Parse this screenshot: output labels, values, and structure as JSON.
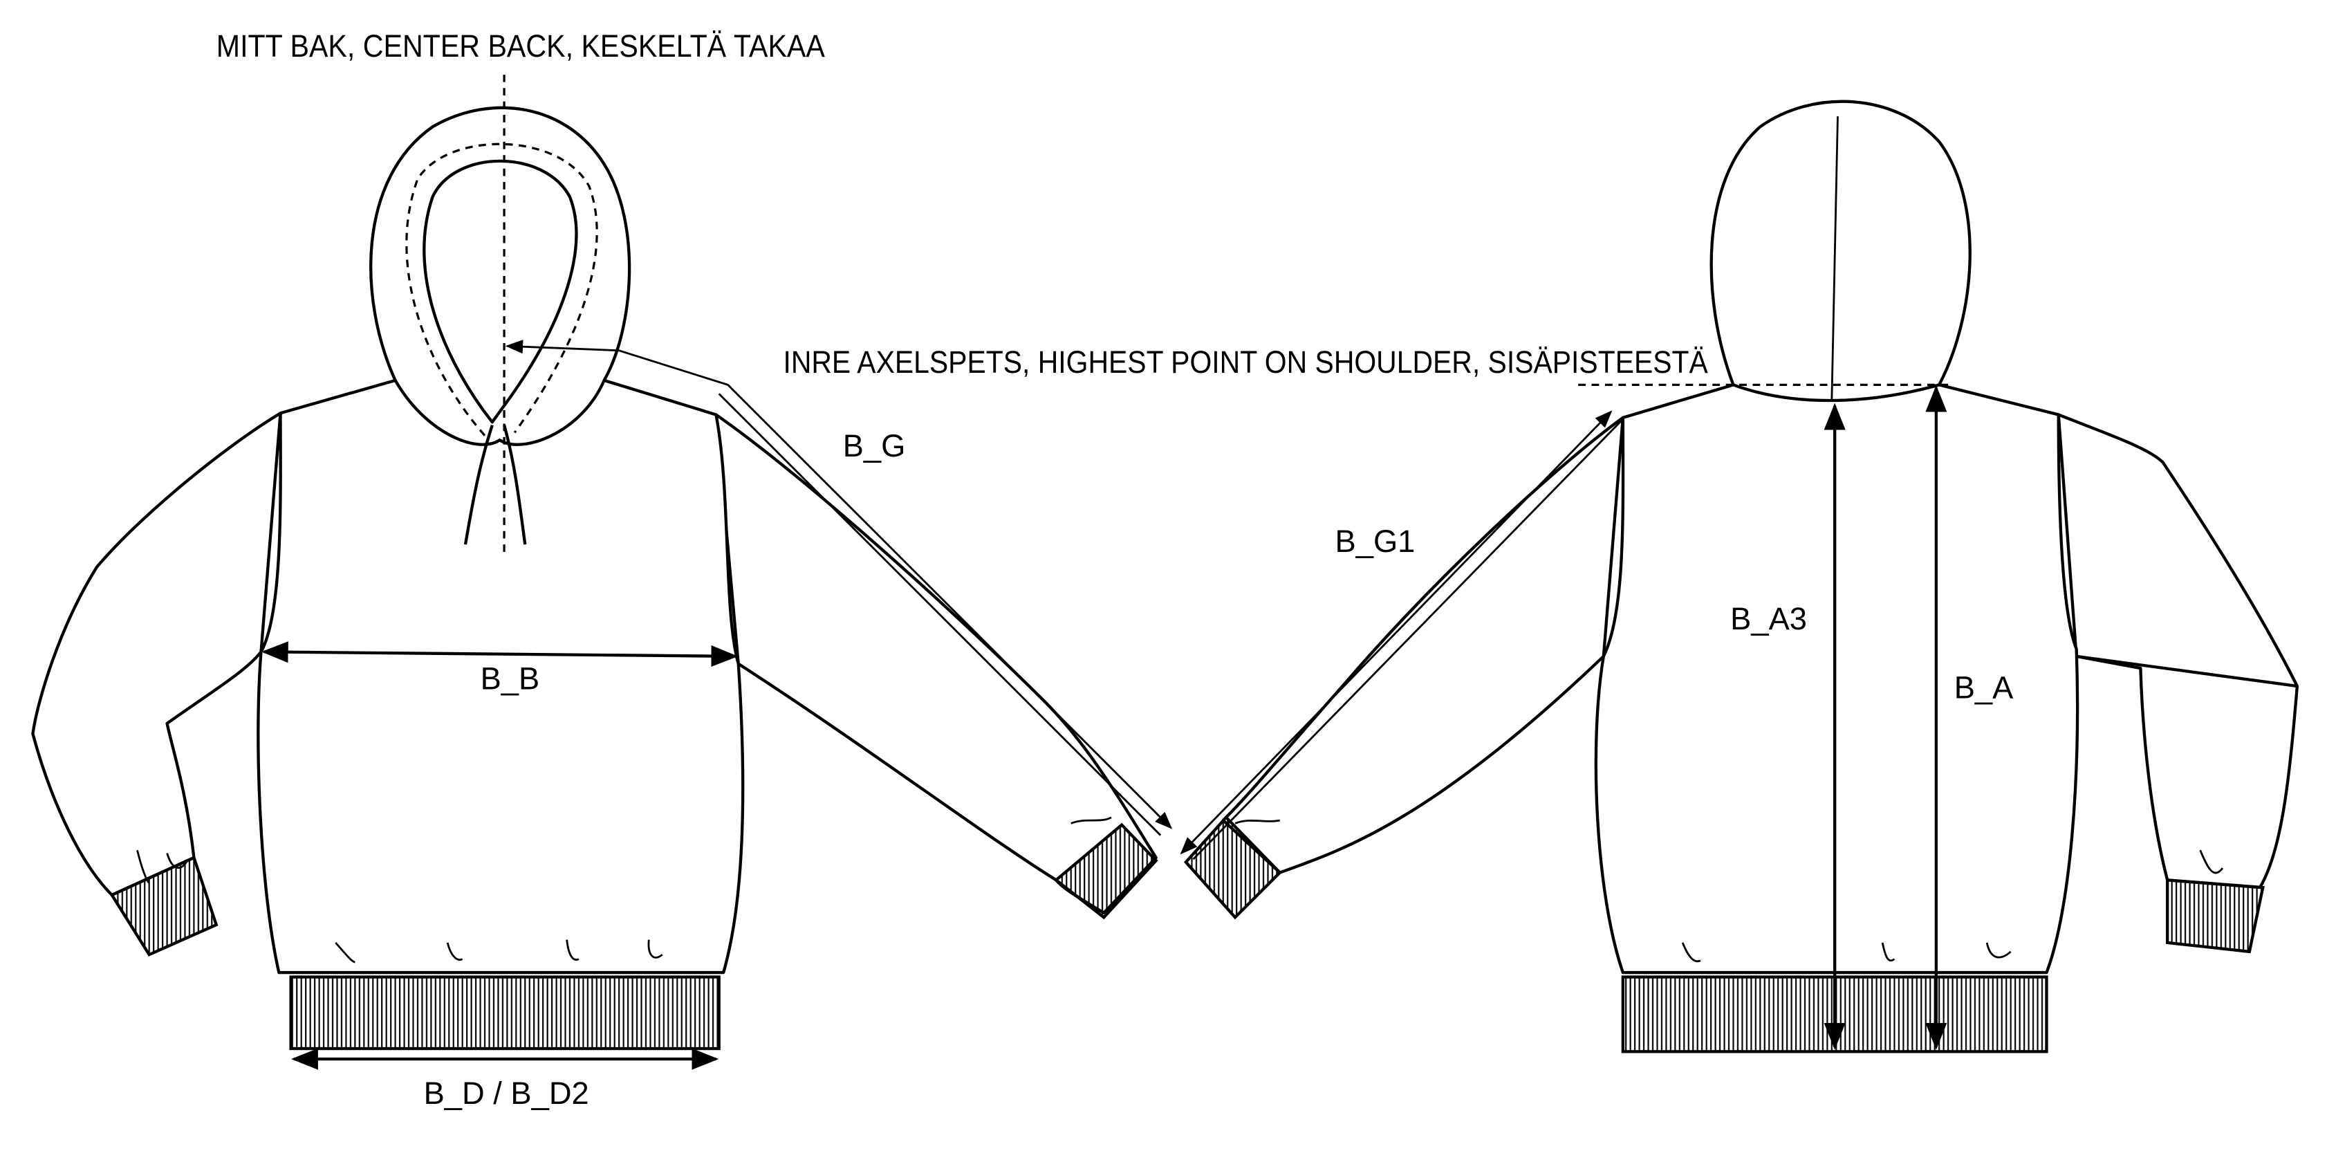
{
  "labels": {
    "center_back": "MITT BAK, CENTER BACK, KESKELTÄ TAKAA",
    "shoulder_point": "INRE AXELSPETS, HIGHEST POINT ON SHOULDER, SISÄPISTEESTÄ",
    "b_g": "B_G",
    "b_g1": "B_G1",
    "b_b": "B_B",
    "b_d": "B_D / B_D2",
    "b_a3": "B_A3",
    "b_a": "B_A"
  },
  "colors": {
    "line": "#000000",
    "background": "#ffffff"
  }
}
